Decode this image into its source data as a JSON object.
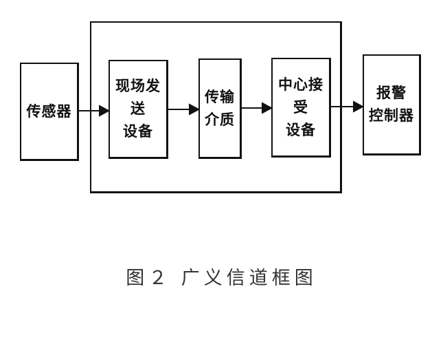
{
  "blocks": {
    "sensor": [
      "传感器"
    ],
    "field_transmitter": [
      "现场发送",
      "设备"
    ],
    "medium": [
      "传输",
      "介质"
    ],
    "central_receiver": [
      "中心接受",
      "设备"
    ],
    "alarm_controller": [
      "报警",
      "控制器"
    ]
  },
  "caption": "图２  广义信道框图"
}
